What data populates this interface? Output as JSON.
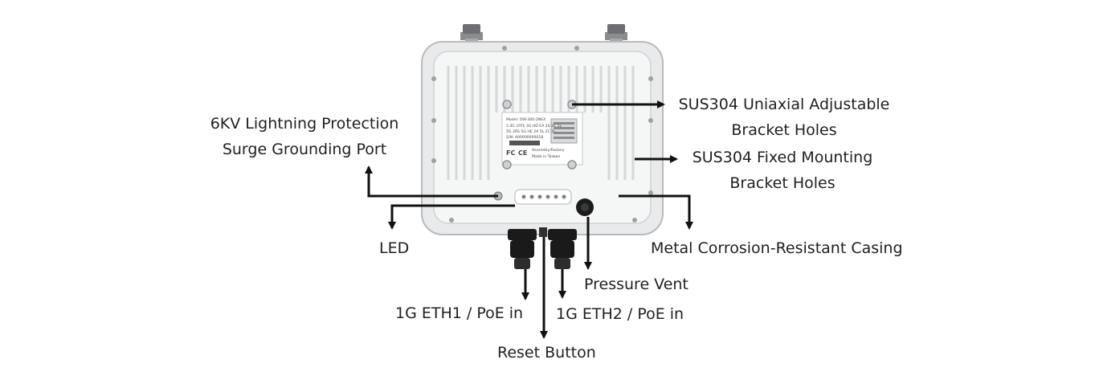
{
  "device": {
    "model_line": "Model: OW-300-2NE4",
    "spec_line_1": "2.4G 1FFE 3G HD EA 2S 2C 1L",
    "spec_line_2": "5G 2RS 5G HE 2A 5L 2C 1L",
    "serial_line": "S/N: A00000000018",
    "fcc_mark": "FC",
    "ce_mark": "CE",
    "brand_line": "Assembly/Factory",
    "origin_line": "Made in Taiwan"
  },
  "callouts": {
    "lightning": {
      "line1": "6KV Lightning Protection",
      "line2": "Surge Grounding Port"
    },
    "uniaxial": {
      "line1": "SUS304 Uniaxial Adjustable",
      "line2": "Bracket Holes"
    },
    "fixed": {
      "line1": "SUS304 Fixed Mounting",
      "line2": "Bracket Holes"
    },
    "led": {
      "text": "LED"
    },
    "casing": {
      "text": "Metal Corrosion-Resistant Casing"
    },
    "vent": {
      "text": "Pressure Vent"
    },
    "eth1": {
      "text": "1G ETH1 / PoE in"
    },
    "eth2": {
      "text": "1G ETH2 / PoE in"
    },
    "reset": {
      "text": "Reset Button"
    }
  },
  "colors": {
    "arrow": "#111111",
    "casing": "#f1f2f2",
    "casing_edge": "#bfc1c3",
    "gland": "#1a1a1a"
  }
}
